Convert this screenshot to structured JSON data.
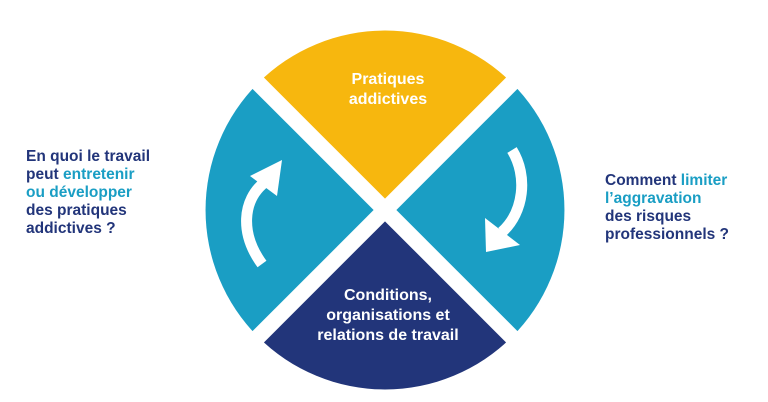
{
  "colors": {
    "quadrant_top": "#f7b70e",
    "quadrant_side": "#1a9ec4",
    "quadrant_bottom": "#22357a",
    "accent_text": "#1a9ec4",
    "dark_text": "#22357a",
    "arrow": "#ffffff"
  },
  "diagram": {
    "top_label_line1": "Pratiques",
    "top_label_line2": "addictives",
    "bottom_label_line1": "Conditions,",
    "bottom_label_line2": "organisations et",
    "bottom_label_line3": "relations de travail",
    "left_arrow_icon": "curved-arrow-up-icon",
    "right_arrow_icon": "curved-arrow-down-icon"
  },
  "left_question": {
    "line1": "En quoi le travail",
    "line2_a": "peut ",
    "line2_b": "entretenir",
    "line3": "ou développer",
    "line4": "des pratiques",
    "line5": "addictives ?"
  },
  "right_question": {
    "line1_a": "Comment ",
    "line1_b": "limiter",
    "line2": "l’aggravation",
    "line3": "des risques",
    "line4": "professionnels ?"
  }
}
